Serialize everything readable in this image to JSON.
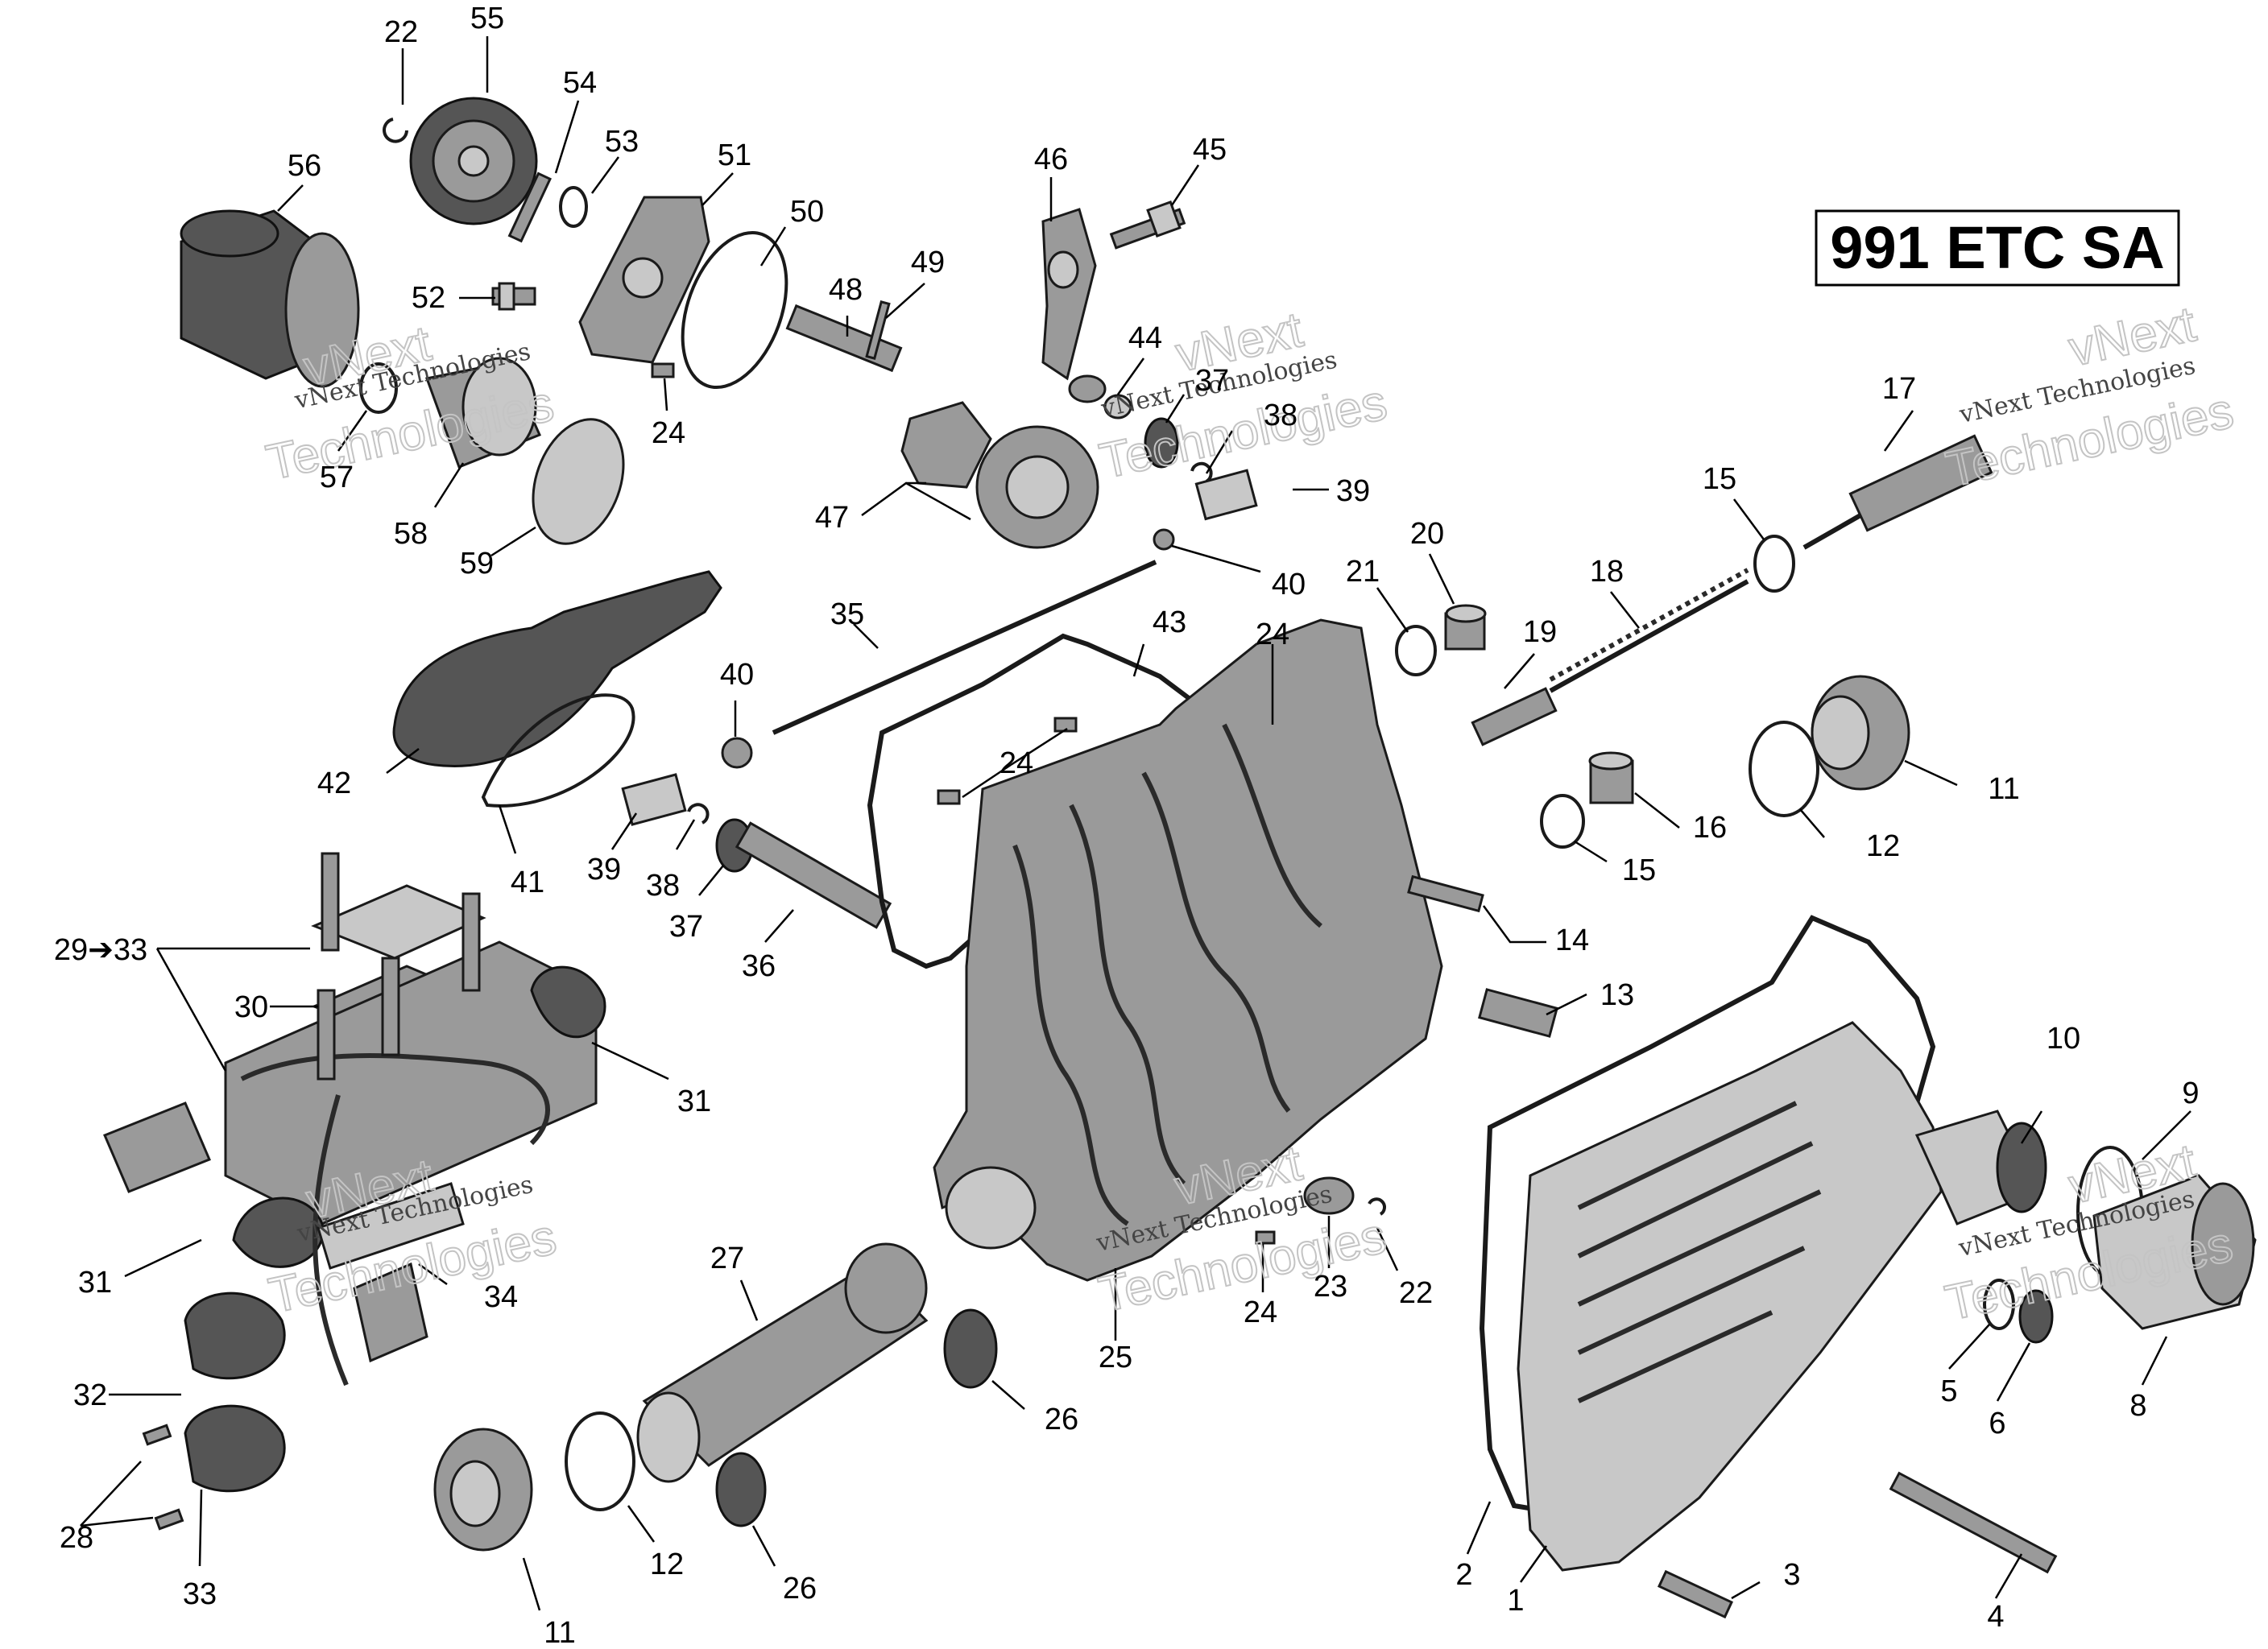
{
  "diagram": {
    "title": "991 ETC SA",
    "watermarks": {
      "line1": "vNext Technologies",
      "big_a": "vNext",
      "big_b": "Technologies"
    },
    "callouts": [
      {
        "label": "1"
      },
      {
        "label": "2"
      },
      {
        "label": "3"
      },
      {
        "label": "4"
      },
      {
        "label": "5"
      },
      {
        "label": "6"
      },
      {
        "label": "8"
      },
      {
        "label": "9"
      },
      {
        "label": "10"
      },
      {
        "label": "11"
      },
      {
        "label": "11"
      },
      {
        "label": "12"
      },
      {
        "label": "12"
      },
      {
        "label": "13"
      },
      {
        "label": "14"
      },
      {
        "label": "15"
      },
      {
        "label": "15"
      },
      {
        "label": "16"
      },
      {
        "label": "17"
      },
      {
        "label": "18"
      },
      {
        "label": "19"
      },
      {
        "label": "20"
      },
      {
        "label": "21"
      },
      {
        "label": "22"
      },
      {
        "label": "22"
      },
      {
        "label": "23"
      },
      {
        "label": "24"
      },
      {
        "label": "24"
      },
      {
        "label": "24"
      },
      {
        "label": "24"
      },
      {
        "label": "25"
      },
      {
        "label": "26"
      },
      {
        "label": "26"
      },
      {
        "label": "27"
      },
      {
        "label": "28"
      },
      {
        "label": "29➔33"
      },
      {
        "label": "30"
      },
      {
        "label": "31"
      },
      {
        "label": "31"
      },
      {
        "label": "32"
      },
      {
        "label": "33"
      },
      {
        "label": "34"
      },
      {
        "label": "35"
      },
      {
        "label": "36"
      },
      {
        "label": "37"
      },
      {
        "label": "37"
      },
      {
        "label": "38"
      },
      {
        "label": "38"
      },
      {
        "label": "39"
      },
      {
        "label": "39"
      },
      {
        "label": "40"
      },
      {
        "label": "40"
      },
      {
        "label": "41"
      },
      {
        "label": "42"
      },
      {
        "label": "43"
      },
      {
        "label": "44"
      },
      {
        "label": "45"
      },
      {
        "label": "46"
      },
      {
        "label": "47"
      },
      {
        "label": "48"
      },
      {
        "label": "49"
      },
      {
        "label": "50"
      },
      {
        "label": "51"
      },
      {
        "label": "52"
      },
      {
        "label": "53"
      },
      {
        "label": "54"
      },
      {
        "label": "55"
      },
      {
        "label": "56"
      },
      {
        "label": "57"
      },
      {
        "label": "58"
      },
      {
        "label": "59"
      }
    ]
  }
}
